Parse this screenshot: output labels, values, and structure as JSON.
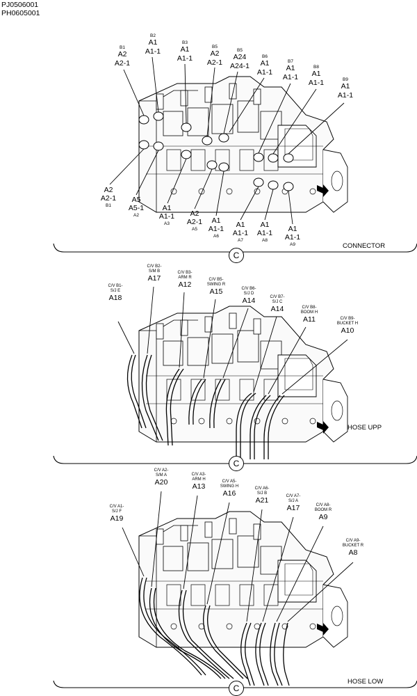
{
  "header": {
    "code1": "PJ0506001",
    "code2": "PH0605001"
  },
  "panels": [
    {
      "label": "CONNECTOR",
      "marker": "C",
      "callouts": [
        {
          "lines": [
            "B1",
            "A2",
            "A2-1"
          ]
        },
        {
          "lines": [
            "B2",
            "A1",
            "A1-1"
          ]
        },
        {
          "lines": [
            "B3",
            "A1",
            "A1-1"
          ]
        },
        {
          "lines": [
            "B5",
            "A2",
            "A2-1"
          ]
        },
        {
          "lines": [
            "B5",
            "A24",
            "A24-1"
          ]
        },
        {
          "lines": [
            "B6",
            "A1",
            "A1-1"
          ]
        },
        {
          "lines": [
            "B7",
            "A1",
            "A1-1"
          ]
        },
        {
          "lines": [
            "B8",
            "A1",
            "A1-1"
          ]
        },
        {
          "lines": [
            "B9",
            "A1",
            "A1-1"
          ]
        },
        {
          "lines": [
            "A2",
            "A2-1",
            "B1"
          ]
        },
        {
          "lines": [
            "A5",
            "A5-1",
            "A2"
          ]
        },
        {
          "lines": [
            "A1",
            "A1-1",
            "A3"
          ]
        },
        {
          "lines": [
            "A2",
            "A2-1",
            "A5"
          ]
        },
        {
          "lines": [
            "A1",
            "A1-1",
            "A6"
          ]
        },
        {
          "lines": [
            "A1",
            "A1-1",
            "A7"
          ]
        },
        {
          "lines": [
            "A1",
            "A1-1",
            "A8"
          ]
        },
        {
          "lines": [
            "A1",
            "A1-1",
            "A9"
          ]
        }
      ]
    },
    {
      "label": "HOSE UPP",
      "marker": "C",
      "callouts": [
        {
          "desc": [
            "C/V B1-",
            "S/J E"
          ],
          "code": "A18"
        },
        {
          "desc": [
            "C/V B2-",
            "S/M B"
          ],
          "code": "A17"
        },
        {
          "desc": [
            "C/V B3-",
            "ARM R"
          ],
          "code": "A12"
        },
        {
          "desc": [
            "C/V B5-",
            "SWING R"
          ],
          "code": "A15"
        },
        {
          "desc": [
            "C/V B6-",
            "S/J D"
          ],
          "code": "A14"
        },
        {
          "desc": [
            "C/V B7-",
            "S/J C"
          ],
          "code": "A14"
        },
        {
          "desc": [
            "C/V B8-",
            "BOOM H"
          ],
          "code": "A11"
        },
        {
          "desc": [
            "C/V B9-",
            "BUCKET H"
          ],
          "code": "A10"
        }
      ]
    },
    {
      "label": "HOSE LOW",
      "marker": "C",
      "callouts": [
        {
          "desc": [
            "C/V A1-",
            "S/J F"
          ],
          "code": "A19"
        },
        {
          "desc": [
            "C/V A2-",
            "S/M A"
          ],
          "code": "A20"
        },
        {
          "desc": [
            "C/V A3-",
            "ARM H"
          ],
          "code": "A13"
        },
        {
          "desc": [
            "C/V A5-",
            "SWING H"
          ],
          "code": "A16"
        },
        {
          "desc": [
            "C/V A6-",
            "S/J B"
          ],
          "code": "A21"
        },
        {
          "desc": [
            "C/V A7-",
            "S/J A"
          ],
          "code": "A17"
        },
        {
          "desc": [
            "C/V A8-",
            "BOOM R"
          ],
          "code": "A9"
        },
        {
          "desc": [
            "C/V A9-",
            "BUCKET R"
          ],
          "code": "A8"
        }
      ]
    }
  ]
}
